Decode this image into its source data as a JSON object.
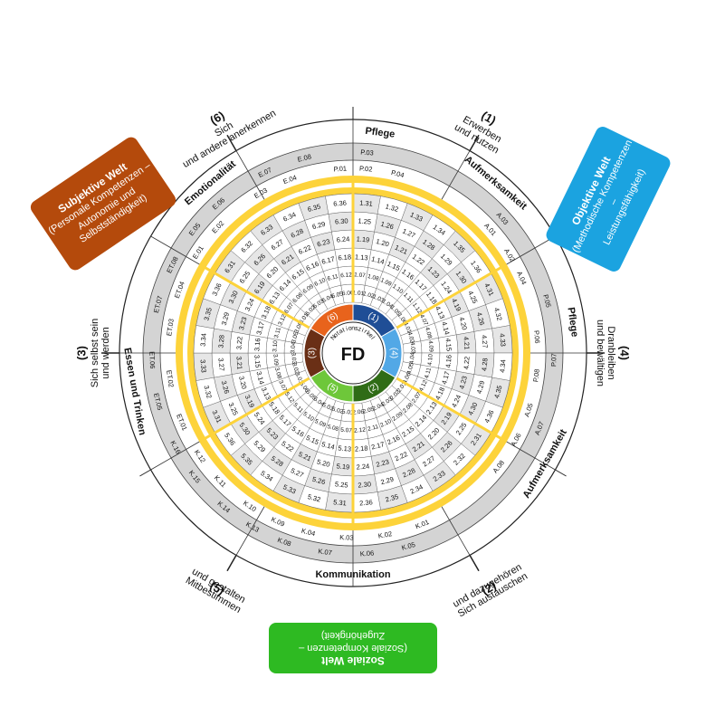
{
  "center": {
    "label": "FD",
    "ring_label": "Notationszirkel"
  },
  "quadrants": [
    {
      "id": 1,
      "num": "(1)",
      "lines": [
        "Erwerben",
        "und nutzen"
      ],
      "color": "#1f4e96"
    },
    {
      "id": 4,
      "num": "(4)",
      "lines": [
        "Dranbleiben",
        "und bewältigen"
      ],
      "color": "#52a8e6"
    },
    {
      "id": 2,
      "num": "(2)",
      "lines": [
        "Sich austauschen",
        "und dazugehören"
      ],
      "color": "#2f6c16"
    },
    {
      "id": 5,
      "num": "(5)",
      "lines": [
        "Mitbestimmen",
        "und gestalten"
      ],
      "color": "#6ec73a"
    },
    {
      "id": 3,
      "num": "(3)",
      "lines": [
        "Sich selbst sein",
        "und werden"
      ],
      "color": "#6a2f16"
    },
    {
      "id": 6,
      "num": "(6)",
      "lines": [
        "Sich",
        "und andere anerkennen"
      ],
      "color": "#e8631c"
    }
  ],
  "boxes": {
    "subjektiv": {
      "title": "Subjektive Welt",
      "sub1": "(Personale Kompetenzen –",
      "sub2": "Autonomie und Selbstständigkeit)",
      "color": "#b44a0c"
    },
    "objektiv": {
      "title": "Objektive Welt",
      "sub1": "(Methodische Kompetenzen –",
      "sub2": "Leistungsfähigkeit)",
      "color": "#1ba3e0"
    },
    "sozial": {
      "title": "Soziale Welt",
      "sub1": "(Soziale Kompetenzen –",
      "sub2": "Zugehörigkeit)",
      "color": "#2eba22"
    }
  },
  "sector_titles": [
    "Pflege",
    "Aufmerksamkeit",
    "Pflege",
    "Aufmerksamkeit",
    "Kommunikation",
    "Essen und Trinken",
    "Emotionalität"
  ],
  "rings": {
    "r1": [
      "1.01",
      "1.02",
      "1.03",
      "1.04",
      "1.05",
      "1.06",
      "1.07",
      "1.08",
      "1.09",
      "1.10",
      "1.11",
      "1.12",
      "1.13",
      "1.14",
      "1.15",
      "1.16",
      "1.17",
      "1.18",
      "1.19",
      "1.20",
      "1.21",
      "1.22",
      "1.23",
      "1.24",
      "1.25",
      "1.26",
      "1.27",
      "1.28",
      "1.29",
      "1.30",
      "1.31",
      "1.32",
      "1.33",
      "1.34",
      "1.35",
      "1.36"
    ],
    "r4": [
      "4.01",
      "4.02",
      "4.03",
      "4.04",
      "4.05",
      "4.06",
      "4.07",
      "4.08",
      "4.09",
      "4.10",
      "4.11",
      "4.12",
      "4.13",
      "4.14",
      "4.15",
      "4.16",
      "4.17",
      "4.18",
      "4.19",
      "4.20",
      "4.21",
      "4.22",
      "4.23",
      "4.24",
      "4.25",
      "4.26",
      "4.27",
      "4.28",
      "4.29",
      "4.30",
      "4.31",
      "4.32",
      "4.33",
      "4.34",
      "4.35",
      "4.36"
    ],
    "r2": [
      "2.01",
      "2.02",
      "2.03",
      "2.04",
      "2.05",
      "2.06",
      "2.07",
      "2.08",
      "2.09",
      "2.10",
      "2.11",
      "2.12",
      "2.13",
      "2.14",
      "2.15",
      "2.16",
      "2.17",
      "2.18",
      "2.19",
      "2.20",
      "2.21",
      "2.22",
      "2.23",
      "2.24",
      "2.25",
      "2.26",
      "2.27",
      "2.28",
      "2.29",
      "2.30",
      "2.31",
      "2.32",
      "2.33",
      "2.34",
      "2.35",
      "2.36"
    ],
    "r5": [
      "5.01",
      "5.02",
      "5.03",
      "5.04",
      "5.05",
      "5.06",
      "5.07",
      "5.08",
      "5.09",
      "5.10",
      "5.11",
      "5.12",
      "5.13",
      "5.14",
      "5.15",
      "5.16",
      "5.17",
      "5.18",
      "5.19",
      "5.20",
      "5.21",
      "5.22",
      "5.23",
      "5.24",
      "5.25",
      "5.26",
      "5.27",
      "5.28",
      "5.29",
      "5.30",
      "5.31",
      "5.32",
      "5.33",
      "5.34",
      "5.35",
      "5.36"
    ],
    "r3": [
      "3.01",
      "3.02",
      "3.03",
      "3.04",
      "3.05",
      "3.06",
      "3.07",
      "3.08",
      "3.09",
      "3.10",
      "3.11",
      "3.12",
      "3.13",
      "3.14",
      "3.15",
      "3.16",
      "3.17",
      "3.18",
      "3.19",
      "3.20",
      "3.21",
      "3.22",
      "3.23",
      "3.24",
      "3.25",
      "3.26",
      "3.27",
      "3.28",
      "3.29",
      "3.30",
      "3.31",
      "3.32",
      "3.33",
      "3.34",
      "3.35",
      "3.36"
    ],
    "r6": [
      "6.01",
      "6.02",
      "6.03",
      "6.04",
      "6.05",
      "6.06",
      "6.07",
      "6.08",
      "6.09",
      "6.10",
      "6.11",
      "6.12",
      "6.13",
      "6.14",
      "6.15",
      "6.16",
      "6.17",
      "6.18",
      "6.19",
      "6.20",
      "6.21",
      "6.22",
      "6.23",
      "6.24",
      "6.25",
      "6.26",
      "6.27",
      "6.28",
      "6.29",
      "6.30",
      "6.31",
      "6.32",
      "6.33",
      "6.34",
      "6.35",
      "6.36"
    ]
  },
  "outer_codes": {
    "inner": [
      [
        "P",
        ".02"
      ],
      [
        "P",
        ".04"
      ],
      [
        "A",
        ".01"
      ],
      [
        "A",
        ".02"
      ],
      [
        "A",
        ".04"
      ],
      [
        "P",
        ".06"
      ],
      [
        "P",
        ".08"
      ],
      [
        "A",
        ".05"
      ],
      [
        "A",
        ".06"
      ],
      [
        "A",
        ".08"
      ],
      [
        "K",
        ".01"
      ],
      [
        "K",
        ".02"
      ],
      [
        "K",
        ".03"
      ],
      [
        "K",
        ".04"
      ],
      [
        "K",
        ".09"
      ],
      [
        "K",
        ".10"
      ],
      [
        "K",
        ".11"
      ],
      [
        "K",
        ".12"
      ],
      [
        "ET",
        ".01"
      ],
      [
        "ET",
        ".02"
      ],
      [
        "ET",
        ".03"
      ],
      [
        "ET",
        ".04"
      ],
      [
        "E",
        ".01"
      ],
      [
        "E",
        ".02"
      ],
      [
        "E",
        ".03"
      ],
      [
        "E",
        ".04"
      ],
      [
        "P",
        ".01"
      ]
    ],
    "outer": [
      [
        "P",
        ".03"
      ],
      [
        "A",
        ".03"
      ],
      [
        "P",
        ".05"
      ],
      [
        "P",
        ".07"
      ],
      [
        "A",
        ".07"
      ],
      [
        "K",
        ".05"
      ],
      [
        "K",
        ".06"
      ],
      [
        "K",
        ".07"
      ],
      [
        "K",
        ".08"
      ],
      [
        "K",
        ".13"
      ],
      [
        "K",
        ".14"
      ],
      [
        "K",
        ".15"
      ],
      [
        "K",
        ".16"
      ],
      [
        "ET",
        ".05"
      ],
      [
        "ET",
        ".06"
      ],
      [
        "ET",
        ".07"
      ],
      [
        "ET",
        ".08"
      ],
      [
        "E",
        ".05"
      ],
      [
        "E",
        ".06"
      ],
      [
        "E",
        ".07"
      ],
      [
        "E",
        ".08"
      ]
    ]
  },
  "colors": {
    "yellow_band": "#fdd33a",
    "gray_band": "#d4d4d4",
    "line": "#333333"
  }
}
